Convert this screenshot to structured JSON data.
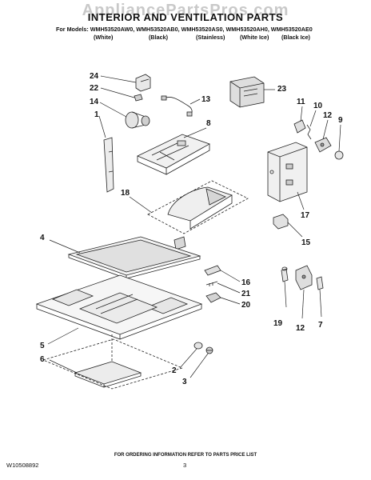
{
  "watermark": "AppliancePartsPros.com",
  "title": "INTERIOR AND VENTILATION PARTS",
  "models_line": "For Models: WMH53520AW0, WMH53520AB0, WMH53520AS0, WMH53520AH0, WMH53520AE0",
  "variants": [
    "(White)",
    "(Black)",
    "(Stainless)",
    "(White Ice)",
    "(Black Ice)"
  ],
  "callouts": [
    "24",
    "22",
    "14",
    "1",
    "13",
    "23",
    "8",
    "11",
    "10",
    "12",
    "9",
    "18",
    "17",
    "15",
    "4",
    "16",
    "21",
    "20",
    "5",
    "6",
    "19",
    "12",
    "7",
    "2",
    "3"
  ],
  "footer": "FOR ORDERING INFORMATION REFER TO PARTS PRICE LIST",
  "doc_number": "W10508892",
  "page_number": "3"
}
